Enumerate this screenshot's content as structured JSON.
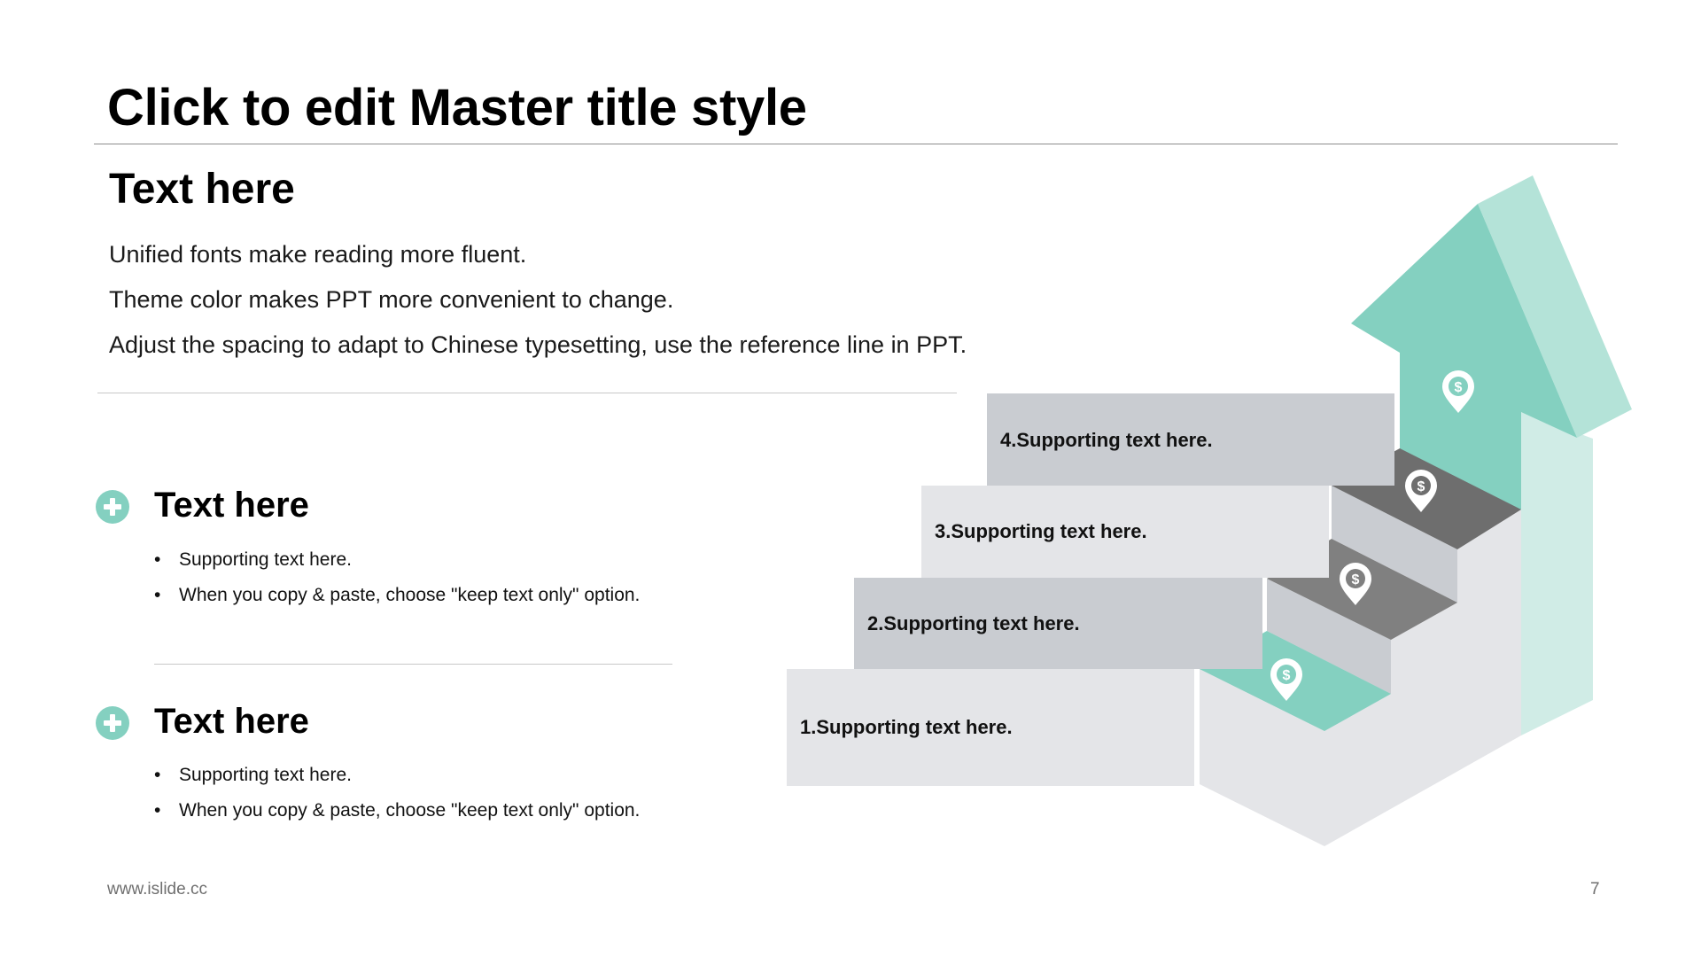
{
  "slide": {
    "title": "Click to edit Master title style",
    "heading": "Text here",
    "body_lines": [
      "Unified fonts make reading more fluent.",
      "Theme color makes PPT more convenient to change.",
      "Adjust the spacing to adapt to Chinese typesetting, use the reference line in PPT."
    ],
    "sections": [
      {
        "title": "Text here",
        "icon": "plus-circle-icon",
        "bullets": [
          "Supporting text here.",
          "When you copy & paste, choose \"keep text only\" option."
        ]
      },
      {
        "title": "Text here",
        "icon": "plus-circle-icon",
        "bullets": [
          "Supporting text here.",
          "When you copy & paste, choose \"keep text only\" option."
        ]
      }
    ],
    "steps": [
      {
        "label": "1.Supporting text here.",
        "icon": "dollar-pin-icon"
      },
      {
        "label": "2.Supporting text here.",
        "icon": "dollar-pin-icon"
      },
      {
        "label": "3.Supporting text here.",
        "icon": "dollar-pin-icon"
      },
      {
        "label": "4.Supporting text here.",
        "icon": "dollar-pin-icon"
      }
    ],
    "footer": {
      "url": "www.islide.cc",
      "page": "7"
    }
  },
  "colors": {
    "accent": "#84d0c0",
    "accent_light": "#b4e3d8",
    "step_light": "#e4e5e8",
    "step_mid": "#c9ccd1",
    "step_dark": "#6e6e6e"
  }
}
